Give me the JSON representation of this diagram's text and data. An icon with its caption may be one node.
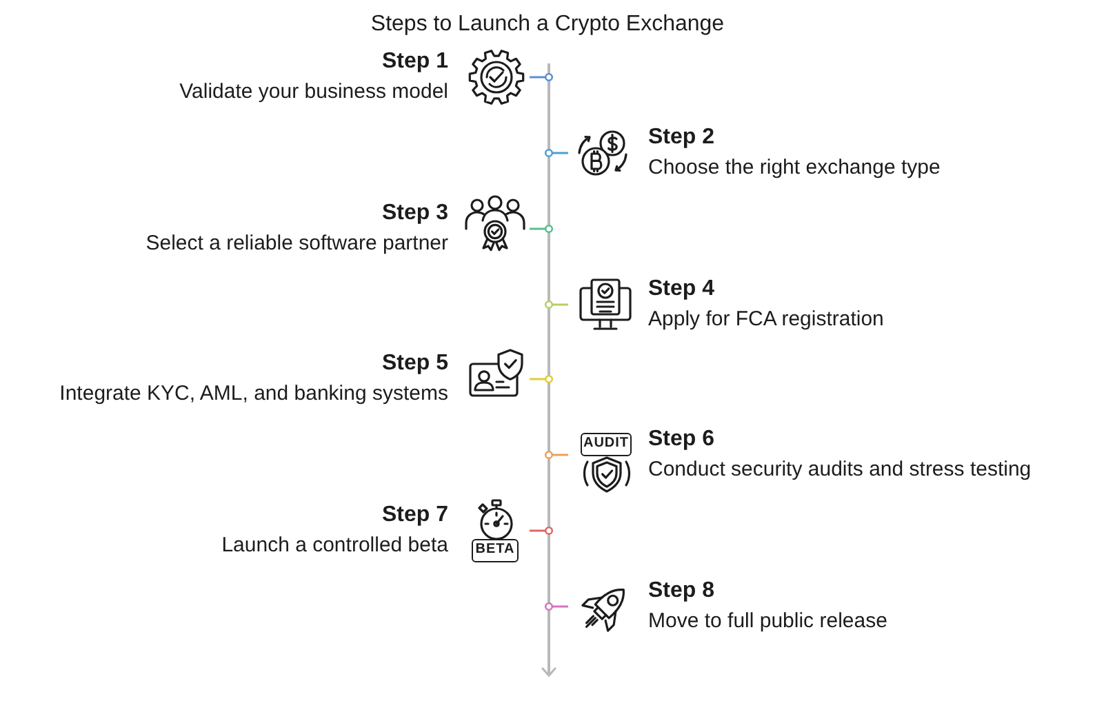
{
  "diagram": {
    "title": "Steps to Launch a Crypto Exchange",
    "nodes": [
      {
        "text": [
          "Step 1",
          "Validate your business model"
        ]
      },
      {
        "text": [
          "Step 2",
          "Choose the right exchange type"
        ]
      },
      {
        "text": [
          "Step 3",
          "Select a reliable software partner"
        ]
      },
      {
        "text": [
          "Step 4",
          "Apply for FCA registration"
        ]
      },
      {
        "text": [
          "Step 5",
          "Integrate KYC, AML, and banking systems"
        ]
      },
      {
        "text": [
          "Step 6",
          "Conduct security audits and stress testing"
        ]
      },
      {
        "text": [
          "Step 7",
          "Launch a controlled beta"
        ]
      },
      {
        "text": [
          "Step 8",
          "Move to full public release"
        ]
      }
    ],
    "labels": [
      "AUDIT",
      "BETA"
    ]
  }
}
